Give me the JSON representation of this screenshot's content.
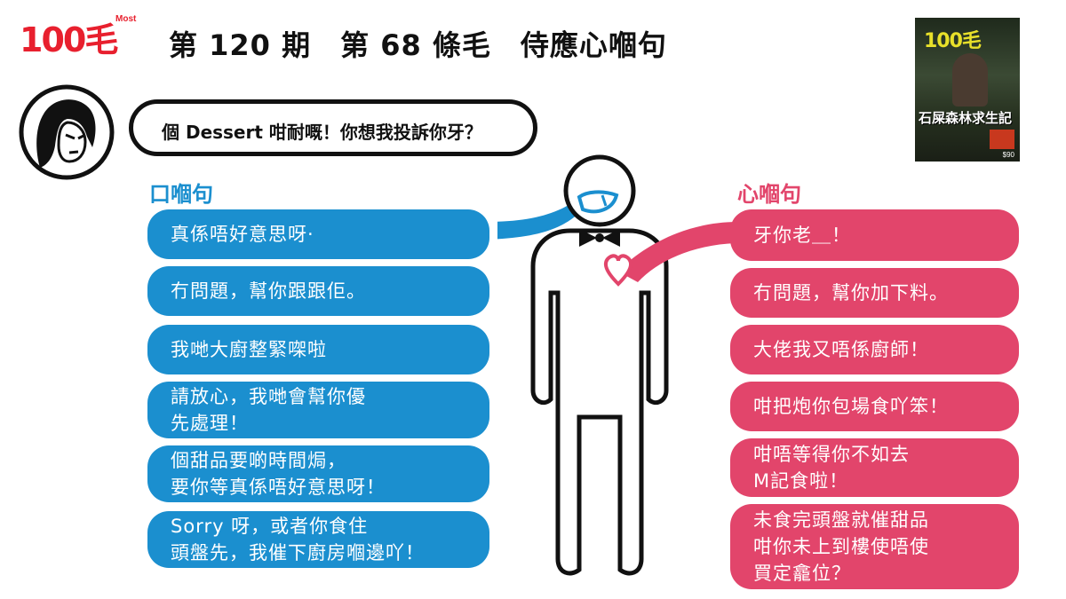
{
  "header": {
    "logo_text": "100毛",
    "logo_super": "Most",
    "headline": "第 120 期　第 68 條毛　侍應心嗰句"
  },
  "cover": {
    "logo": "100毛",
    "title": "石屎森林求生記",
    "price": "$90"
  },
  "customer": {
    "quote": "個 Dessert 咁耐嘅！你想我投訴你牙？"
  },
  "columns": {
    "mouth_title": "口嗰句",
    "heart_title": "心嗰句"
  },
  "mouth_lines": [
    "真係唔好意思呀·",
    "冇問題，幫你跟跟佢。",
    "我哋大廚整緊㗎啦",
    "請放心，我哋會幫你優\n先處理！",
    "個甜品要啲時間焗，\n要你等真係唔好意思呀！",
    "Sorry 呀，或者你食住\n頭盤先，我催下廚房嗰邊吖！"
  ],
  "heart_lines": [
    "牙你老＿！",
    "冇問題，幫你加下料。",
    "大佬我又唔係廚師！",
    "咁把炮你包場食吖笨！",
    "咁唔等得你不如去\nM記食啦！",
    "未食完頭盤就催甜品\n咁你未上到樓使唔使\n買定龕位？"
  ],
  "colors": {
    "mouth_blue": "#1b8fcf",
    "heart_pink": "#e2456b",
    "brand_red": "#e8202e"
  }
}
